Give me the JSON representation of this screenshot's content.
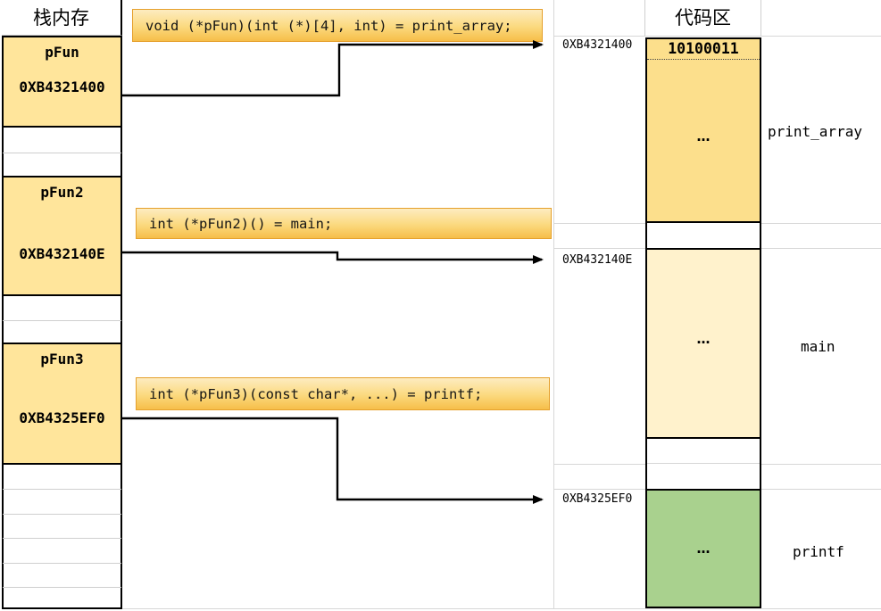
{
  "stack_panel": {
    "header": "栈内存",
    "cells": [
      {
        "name": "pFun",
        "address": "0XB4321400"
      },
      {
        "name": "pFun2",
        "address": "0XB432140E"
      },
      {
        "name": "pFun3",
        "address": "0XB4325EF0"
      }
    ]
  },
  "statements": [
    {
      "code": "void (*pFun)(int (*)[4], int) = print_array;"
    },
    {
      "code": "int (*pFun2)() = main;"
    },
    {
      "code": "int (*pFun3)(const char*, ...) = printf;"
    }
  ],
  "code_panel": {
    "header": "代码区",
    "address_labels": [
      "0XB4321400",
      "0XB432140E",
      "0XB4325EF0"
    ],
    "blocks": [
      {
        "first_byte": "10100011",
        "body": "…",
        "function": "print_array",
        "fill": "#FCDF8C"
      },
      {
        "body": "…",
        "function": "main",
        "fill": "#FFF2CC"
      },
      {
        "body": "…",
        "function": "printf",
        "fill": "#A9D18E"
      }
    ]
  },
  "colors": {
    "stack_cell_fill": "#FFE59B",
    "statement_fill_top": "#FDECC0",
    "statement_fill_bottom": "#F6BE49",
    "statement_border": "#E5A02C",
    "block_border": "#000000",
    "arrow": "#000000",
    "gridline": "#D7D7D7"
  }
}
